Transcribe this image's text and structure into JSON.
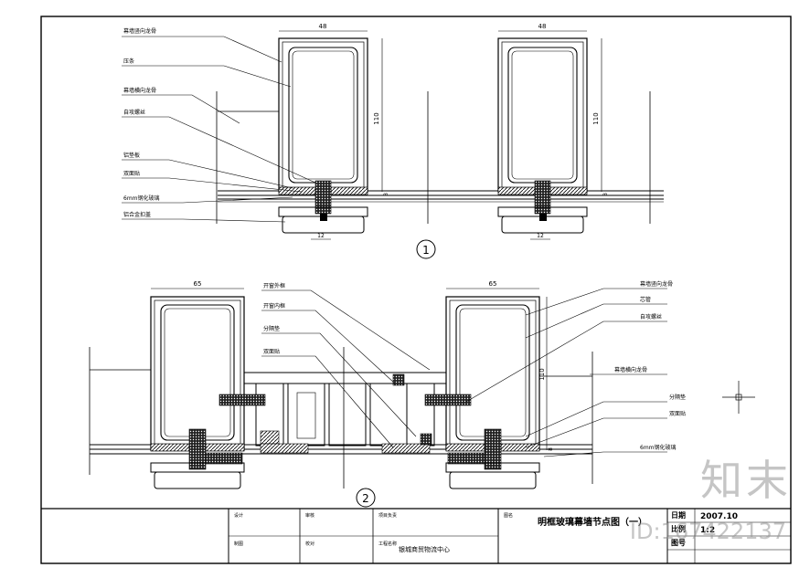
{
  "drawing": {
    "title": "明框玻璃幕墙节点图（一）",
    "project": "银城商贸物流中心",
    "date": "2007.10",
    "scale": "1:2"
  },
  "detail_1": {
    "marker": "1",
    "labels": [
      "幕墙竖向龙骨",
      "压条",
      "幕墙横向龙骨",
      "自攻螺丝",
      "铝垫板",
      "双面贴",
      "6mm钢化玻璃",
      "铝合金扣盖"
    ],
    "dims": {
      "width": "48",
      "height": "110",
      "gap": "8",
      "cap": "12"
    }
  },
  "detail_2": {
    "marker": "2",
    "labels_left": [
      "开窗外框",
      "开窗内框",
      "分隔垫",
      "双面贴"
    ],
    "labels_right": [
      "幕墙竖向龙骨",
      "芯管",
      "自攻螺丝",
      "幕墙横向龙骨",
      "分隔垫",
      "双面贴",
      "6mm钢化玻璃"
    ],
    "dims": {
      "width": "65",
      "height": "110",
      "gap": "8"
    }
  },
  "title_block": {
    "row1": [
      "设计",
      "审核",
      "项目负责",
      "图名"
    ],
    "row2": [
      "制图",
      "校对",
      "工程名称"
    ],
    "labels": [
      "日期",
      "比例",
      "图号"
    ]
  },
  "watermark": {
    "logo": "知末",
    "id": "ID:167422137"
  },
  "colors": {
    "line": "#000000",
    "watermark": "#9a9a9a"
  }
}
